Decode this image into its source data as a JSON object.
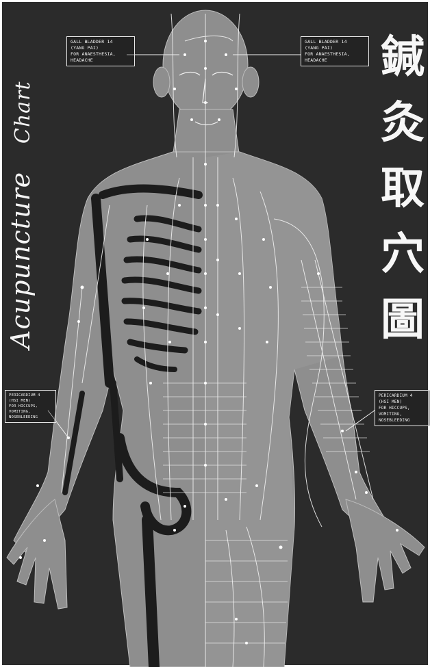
{
  "poster": {
    "title_vertical_line1": "Acupuncture",
    "title_vertical_line2": "Chart",
    "cjk_title": [
      "鍼",
      "灸",
      "取",
      "穴",
      "圖"
    ],
    "callouts": {
      "top_left": [
        "GALL BLADDER 14",
        "(YANG PAI)",
        "FOR ANAESTHESIA,",
        "HEADACHE"
      ],
      "top_right": [
        "GALL BLADDER 14",
        "(YANG PAI)",
        "FOR ANAESTHESIA,",
        "HEADACHE"
      ],
      "mid_left": [
        "PERICARDIUM 4",
        "(HSI MEN)",
        "FOR HICCUPS,",
        "VOMITING,",
        "NOSEBLEEDING"
      ],
      "mid_right": [
        "PERICARDIUM 4",
        "(HSI MEN)",
        "FOR HICCUPS,",
        "VOMITING,",
        "NOSEBLEEDING"
      ]
    },
    "colors": {
      "background": "#2a2a2a",
      "body": "#8f8f8f",
      "bone": "#1a1a1a",
      "lines": "#f2f2f2"
    }
  }
}
